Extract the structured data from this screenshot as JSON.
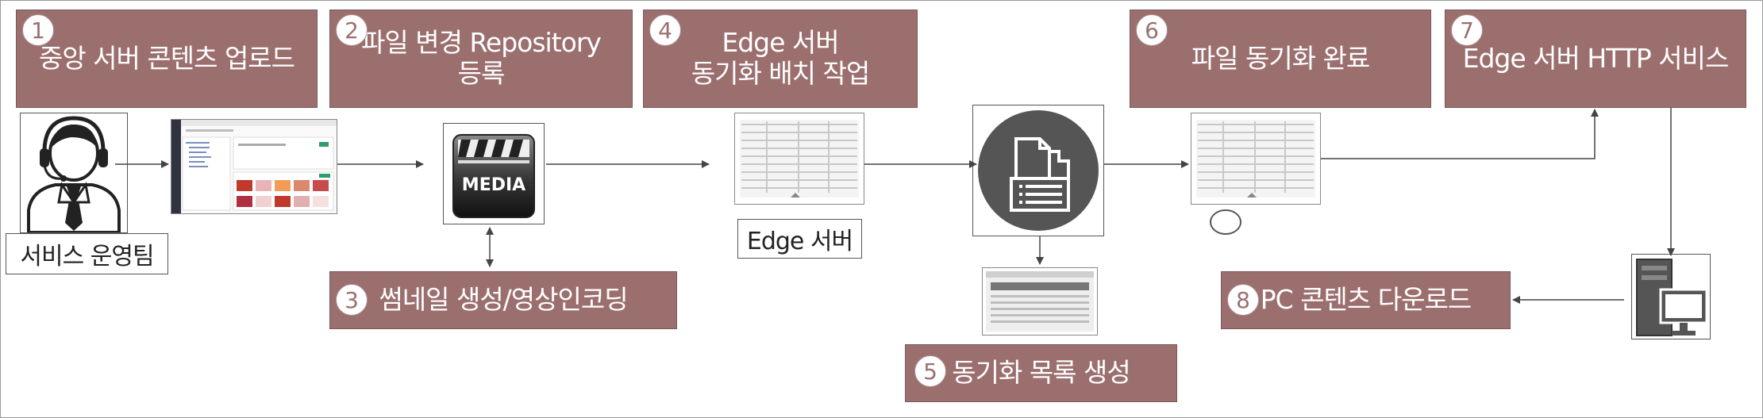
{
  "steps": [
    {
      "num": "1",
      "label": "중앙 서버 콘텐츠 업로드"
    },
    {
      "num": "2",
      "label": "파일 변경 Repository\n등록"
    },
    {
      "num": "4",
      "label": "Edge 서버\n동기화 배치 작업"
    },
    {
      "num": "6",
      "label": "파일 동기화 완료"
    },
    {
      "num": "7",
      "label": "Edge 서버 HTTP 서비스"
    },
    {
      "num": "3",
      "label": "썸네일 생성/영상인코딩"
    },
    {
      "num": "8",
      "label": "PC 콘텐츠 다운로드"
    },
    {
      "num": "5",
      "label": "동기화 목록 생성"
    }
  ],
  "labels": {
    "service_team": "서비스 운영팀",
    "edge_server": "Edge 서버"
  },
  "icons": {
    "operator": "operator-headset-icon",
    "media": "media-clapperboard-icon",
    "sync": "document-sync-icon",
    "pc": "desktop-pc-icon",
    "media_text": "MEDIA"
  },
  "colors": {
    "step_fill": "#9c6f6f",
    "step_text": "#ffffff",
    "arrow": "#444444",
    "icon_dark": "#555555"
  }
}
